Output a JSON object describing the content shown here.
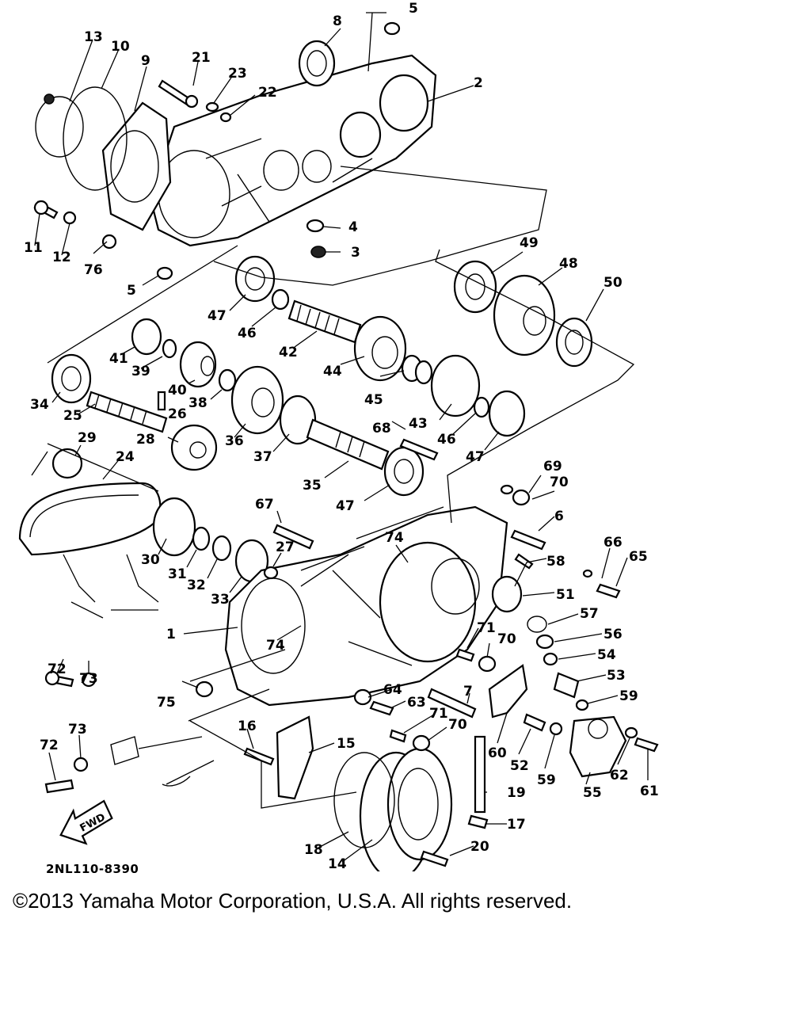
{
  "diagram_code": "2NL110-8390",
  "copyright": "©2013 Yamaha Motor Corporation, U.S.A. All rights reserved.",
  "fwd_label": "FWD",
  "labels": [
    "1",
    "2",
    "3",
    "4",
    "5",
    "5",
    "6",
    "7",
    "8",
    "9",
    "10",
    "11",
    "12",
    "13",
    "14",
    "15",
    "16",
    "17",
    "18",
    "19",
    "20",
    "21",
    "22",
    "23",
    "24",
    "25",
    "26",
    "27",
    "28",
    "29",
    "30",
    "31",
    "32",
    "33",
    "34",
    "35",
    "36",
    "37",
    "38",
    "39",
    "40",
    "41",
    "42",
    "43",
    "44",
    "45",
    "46",
    "46",
    "47",
    "47",
    "47",
    "48",
    "49",
    "50",
    "51",
    "52",
    "53",
    "54",
    "55",
    "56",
    "57",
    "58",
    "59",
    "59",
    "60",
    "61",
    "62",
    "63",
    "64",
    "65",
    "66",
    "67",
    "68",
    "69",
    "70",
    "70",
    "70",
    "71",
    "71",
    "72",
    "72",
    "73",
    "73",
    "74",
    "74",
    "75",
    "76"
  ]
}
